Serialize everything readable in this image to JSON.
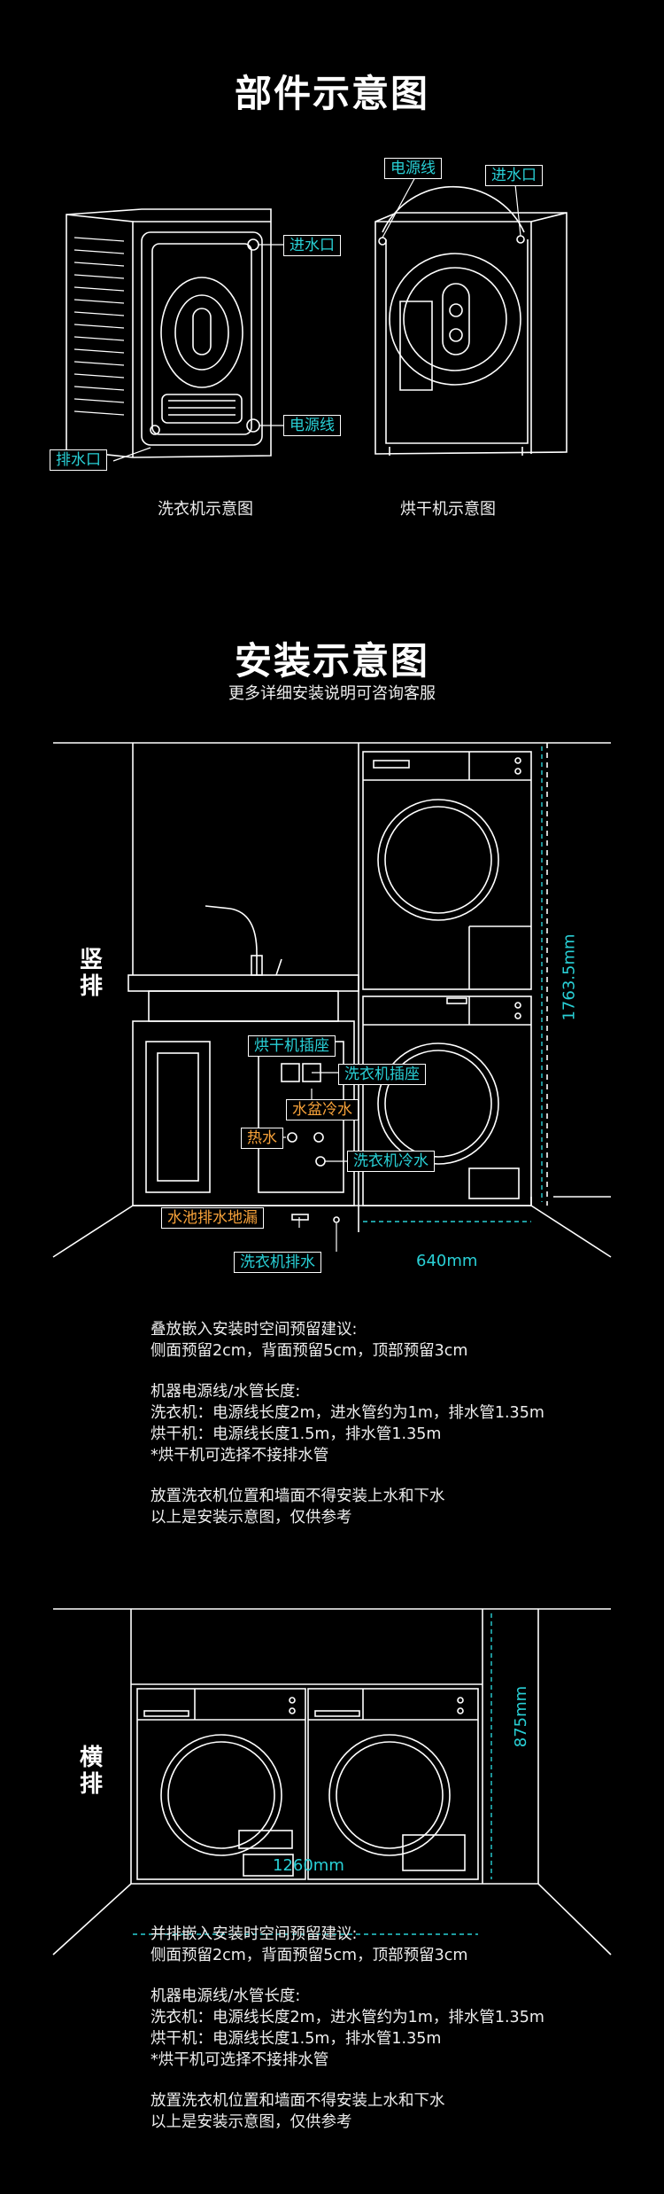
{
  "parts": {
    "title": "部件示意图",
    "washer_caption": "洗衣机示意图",
    "dryer_caption": "烘干机示意图",
    "washer_tags": {
      "inlet": "进水口",
      "power": "电源线",
      "drain": "排水口"
    },
    "dryer_tags": {
      "power": "电源线",
      "inlet": "进水口"
    }
  },
  "install": {
    "title": "安装示意图",
    "subtitle": "更多详细安装说明可咨询客服",
    "vertical": {
      "label": "竖排",
      "height_dim": "1763.5mm",
      "width_dim": "640mm",
      "tags": {
        "dryer_socket": "烘干机插座",
        "washer_socket": "洗衣机插座",
        "sink_cold": "水盆冷水",
        "hot_water": "热水",
        "washer_cold": "洗衣机冷水",
        "sink_drain": "水池排水地漏",
        "washer_drain": "洗衣机排水"
      },
      "notes": [
        "叠放嵌入安装时空间预留建议:",
        "侧面预留2cm，背面预留5cm，顶部预留3cm",
        "",
        "机器电源线/水管长度:",
        "洗衣机：电源线长度2m，进水管约为1m，排水管1.35m",
        "烘干机：电源线长度1.5m，排水管1.35m",
        "*烘干机可选择不接排水管",
        "",
        "放置洗衣机位置和墙面不得安装上水和下水",
        "以上是安装示意图，仅供参考"
      ]
    },
    "horizontal": {
      "label": "横排",
      "height_dim": "875mm",
      "width_dim": "1260mm",
      "notes": [
        "并排嵌入安装时空间预留建议:",
        "侧面预留2cm，背面预留5cm，顶部预留3cm",
        "",
        "机器电源线/水管长度:",
        "洗衣机：电源线长度2m，进水管约为1m，排水管1.35m",
        "烘干机：电源线长度1.5m，排水管1.35m",
        "*烘干机可选择不接排水管",
        "",
        "放置洗衣机位置和墙面不得安装上水和下水",
        "以上是安装示意图，仅供参考"
      ]
    }
  },
  "colors": {
    "accent": "#29d0d6",
    "warm": "#f7a23a",
    "line": "#ffffff"
  }
}
